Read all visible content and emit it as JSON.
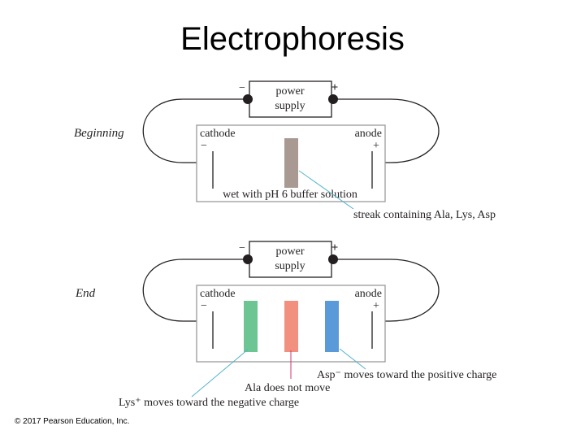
{
  "title": "Electrophoresis",
  "colors": {
    "stage_label": "#d6336c",
    "callout_line": "#4fb3c8",
    "streak_mixed": "#a89a92",
    "band_lys": "#6cc592",
    "band_ala": "#f2907f",
    "band_asp": "#5b9ad9"
  },
  "beginning": {
    "stage_label": "Beginning",
    "power_supply": {
      "line1": "power",
      "line2": "supply",
      "minus": "−",
      "plus": "+"
    },
    "cathode": "cathode",
    "anode": "anode",
    "cathode_sign": "−",
    "anode_sign": "+",
    "buffer_label": "wet with pH 6 buffer solution",
    "streak_label": "streak containing Ala, Lys, Asp"
  },
  "end": {
    "stage_label": "End",
    "power_supply": {
      "line1": "power",
      "line2": "supply",
      "minus": "−",
      "plus": "+"
    },
    "cathode": "cathode",
    "anode": "anode",
    "cathode_sign": "−",
    "anode_sign": "+",
    "asp_label": "Asp⁻ moves toward the positive charge",
    "ala_label": "Ala does not move",
    "lys_label": "Lys⁺ moves toward the negative charge"
  },
  "copyright": "© 2017 Pearson Education, Inc."
}
